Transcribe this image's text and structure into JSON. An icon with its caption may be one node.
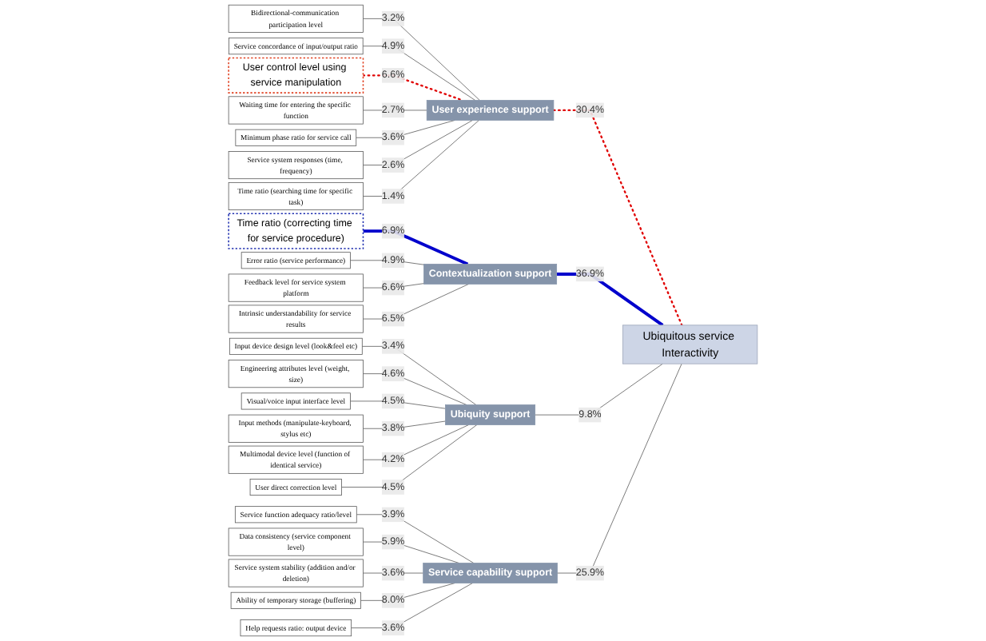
{
  "diagram": {
    "nodes": [
      {
        "text": [
          "Bidirectional-communication participation level"
        ]
      },
      {
        "text": [
          "Service concordance of input/output ratio"
        ]
      },
      {
        "text": [
          "User control level using service manipulation"
        ]
      },
      {
        "text": [
          "Waiting time for entering the specific function"
        ]
      },
      {
        "text": [
          "Minimum phase ratio for service call"
        ]
      },
      {
        "text": [
          "Service system responses (time, frequency)"
        ]
      },
      {
        "text": [
          "Time ratio (searching time for specific task)"
        ]
      },
      {
        "text": [
          "Time ratio (correcting time for service procedure)"
        ]
      },
      {
        "text": [
          "Error ratio (service performance)"
        ]
      },
      {
        "text": [
          "Feedback level for service system platform"
        ]
      },
      {
        "text": [
          "Intrinsic understandability for service results"
        ]
      },
      {
        "text": [
          "Input device design level (look&feel etc)"
        ]
      },
      {
        "text": [
          "Engineering attributes level (weight, size)"
        ]
      },
      {
        "text": [
          "Visual/voice input interface level"
        ]
      },
      {
        "text": [
          "Input methods (manipulate-keyboard, stylus etc)"
        ]
      },
      {
        "text": [
          "Multimodal device level (function of identical service)"
        ]
      },
      {
        "text": [
          "User direct correction level"
        ]
      },
      {
        "text": [
          "Service function adequacy ratio/level"
        ]
      },
      {
        "text": [
          "Data consistency (service component level)"
        ]
      },
      {
        "text": [
          "Service system stability (addition and/or deletion)"
        ]
      },
      {
        "text": [
          "Ability of temporary storage (buffering)"
        ]
      },
      {
        "text": [
          "Help requests ratio: output device"
        ]
      },
      {
        "text": [
          "User experience support"
        ]
      },
      {
        "text": [
          "Contextualization support"
        ]
      },
      {
        "text": [
          "Ubiquity support"
        ]
      },
      {
        "text": [
          "Service capability support"
        ]
      },
      {
        "text": [
          "Ubiquitous service Interactivity"
        ]
      }
    ],
    "edges": [
      {
        "from": 0,
        "to": 22,
        "arrow": "none",
        "label": "3.2%"
      },
      {
        "from": 1,
        "to": 22,
        "arrow": "none",
        "label": "4.9%"
      },
      {
        "from": 2,
        "to": 22,
        "arrow": "none",
        "label": "6.6%",
        "style": "dashed",
        "color": "#e00000"
      },
      {
        "from": 3,
        "to": 22,
        "arrow": "none",
        "label": "2.7%"
      },
      {
        "from": 4,
        "to": 22,
        "arrow": "none",
        "label": "3.6%"
      },
      {
        "from": 5,
        "to": 22,
        "arrow": "none",
        "label": "2.6%"
      },
      {
        "from": 6,
        "to": 22,
        "arrow": "none",
        "label": "1.4%"
      },
      {
        "from": 7,
        "to": 23,
        "arrow": "none",
        "label": "6.9%",
        "style": "thick",
        "color": "#0000cc"
      },
      {
        "from": 8,
        "to": 23,
        "arrow": "none",
        "label": "4.9%"
      },
      {
        "from": 9,
        "to": 23,
        "arrow": "none",
        "label": "6.6%"
      },
      {
        "from": 10,
        "to": 23,
        "arrow": "none",
        "label": "6.5%"
      },
      {
        "from": 11,
        "to": 24,
        "arrow": "none",
        "label": "3.4%"
      },
      {
        "from": 12,
        "to": 24,
        "arrow": "none",
        "label": "4.6%"
      },
      {
        "from": 13,
        "to": 24,
        "arrow": "none",
        "label": "4.5%"
      },
      {
        "from": 14,
        "to": 24,
        "arrow": "none",
        "label": "3.8%"
      },
      {
        "from": 15,
        "to": 24,
        "arrow": "none",
        "label": "4.2%"
      },
      {
        "from": 16,
        "to": 24,
        "arrow": "none",
        "label": "4.5%"
      },
      {
        "from": 17,
        "to": 25,
        "arrow": "none",
        "label": "3.9%"
      },
      {
        "from": 18,
        "to": 25,
        "arrow": "none",
        "label": "5.9%"
      },
      {
        "from": 19,
        "to": 25,
        "arrow": "none",
        "label": "3.6%"
      },
      {
        "from": 20,
        "to": 25,
        "arrow": "none",
        "label": "8.0%"
      },
      {
        "from": 21,
        "to": 25,
        "arrow": "none",
        "label": "3.6%"
      },
      {
        "from": 22,
        "to": 26,
        "arrow": "none",
        "label": "30.4%",
        "style": "dashed",
        "color": "#e00000"
      },
      {
        "from": 23,
        "to": 26,
        "arrow": "none",
        "label": "36.9%",
        "style": "thick",
        "color": "#0000cc"
      },
      {
        "from": 24,
        "to": 26,
        "arrow": "none",
        "label": "9.8%"
      },
      {
        "from": 25,
        "to": 26,
        "arrow": "none",
        "label": "25.9%"
      }
    ]
  }
}
